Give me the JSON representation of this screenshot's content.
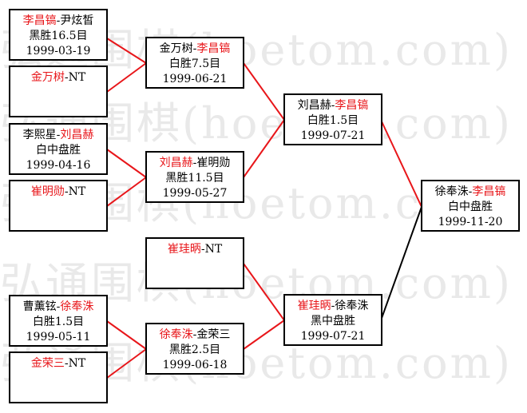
{
  "watermark": {
    "text": "弘通围棋(hoetom.com)"
  },
  "colors": {
    "highlight": "#e8161a",
    "border": "#000000",
    "link_red": "#e8161a",
    "link_black": "#000000",
    "watermark": "#e9e9e9"
  },
  "round1": [
    {
      "p1": "李昌镐",
      "sep": "-",
      "p2": "尹炫皙",
      "winner": 1,
      "result": "黑胜16.5目",
      "date": "1999-03-19"
    },
    {
      "p1": "金万树",
      "sep": "-",
      "p2": "NT",
      "winner": 1
    },
    {
      "p1": "李熙星",
      "sep": "-",
      "p2": "刘昌赫",
      "winner": 2,
      "result": "白中盘胜",
      "date": "1999-04-16"
    },
    {
      "p1": "崔明勋",
      "sep": "-",
      "p2": "NT",
      "winner": 1
    },
    {
      "p1": "崔珪昞",
      "sep": "-",
      "p2": "NT",
      "winner": 1
    },
    {
      "p1": "曹薰铉",
      "sep": "-",
      "p2": "徐奉洙",
      "winner": 2,
      "result": "白胜1.5目",
      "date": "1999-05-11"
    },
    {
      "p1": "金荣三",
      "sep": "-",
      "p2": "NT",
      "winner": 1
    }
  ],
  "round2": [
    {
      "p1": "金万树",
      "sep": "-",
      "p2": "李昌镐",
      "winner": 2,
      "result": "白胜7.5目",
      "date": "1999-06-21"
    },
    {
      "p1": "刘昌赫",
      "sep": "-",
      "p2": "崔明勋",
      "winner": 1,
      "result": "黑胜11.5目",
      "date": "1999-05-27"
    },
    {
      "p1": "徐奉洙",
      "sep": "-",
      "p2": "金荣三",
      "winner": 1,
      "result": "黑胜2.5目",
      "date": "1999-06-18"
    }
  ],
  "round3": [
    {
      "p1": "刘昌赫",
      "sep": "-",
      "p2": "李昌镐",
      "winner": 2,
      "result": "白胜1.5目",
      "date": "1999-07-21"
    },
    {
      "p1": "崔珪昞",
      "sep": "-",
      "p2": "徐奉洙",
      "winner": 1,
      "result": "黑中盘胜",
      "date": "1999-07-21"
    }
  ],
  "final": {
    "p1": "徐奉洙",
    "sep": "-",
    "p2": "李昌镐",
    "winner": 2,
    "result": "白中盘胜",
    "date": "1999-11-20"
  }
}
